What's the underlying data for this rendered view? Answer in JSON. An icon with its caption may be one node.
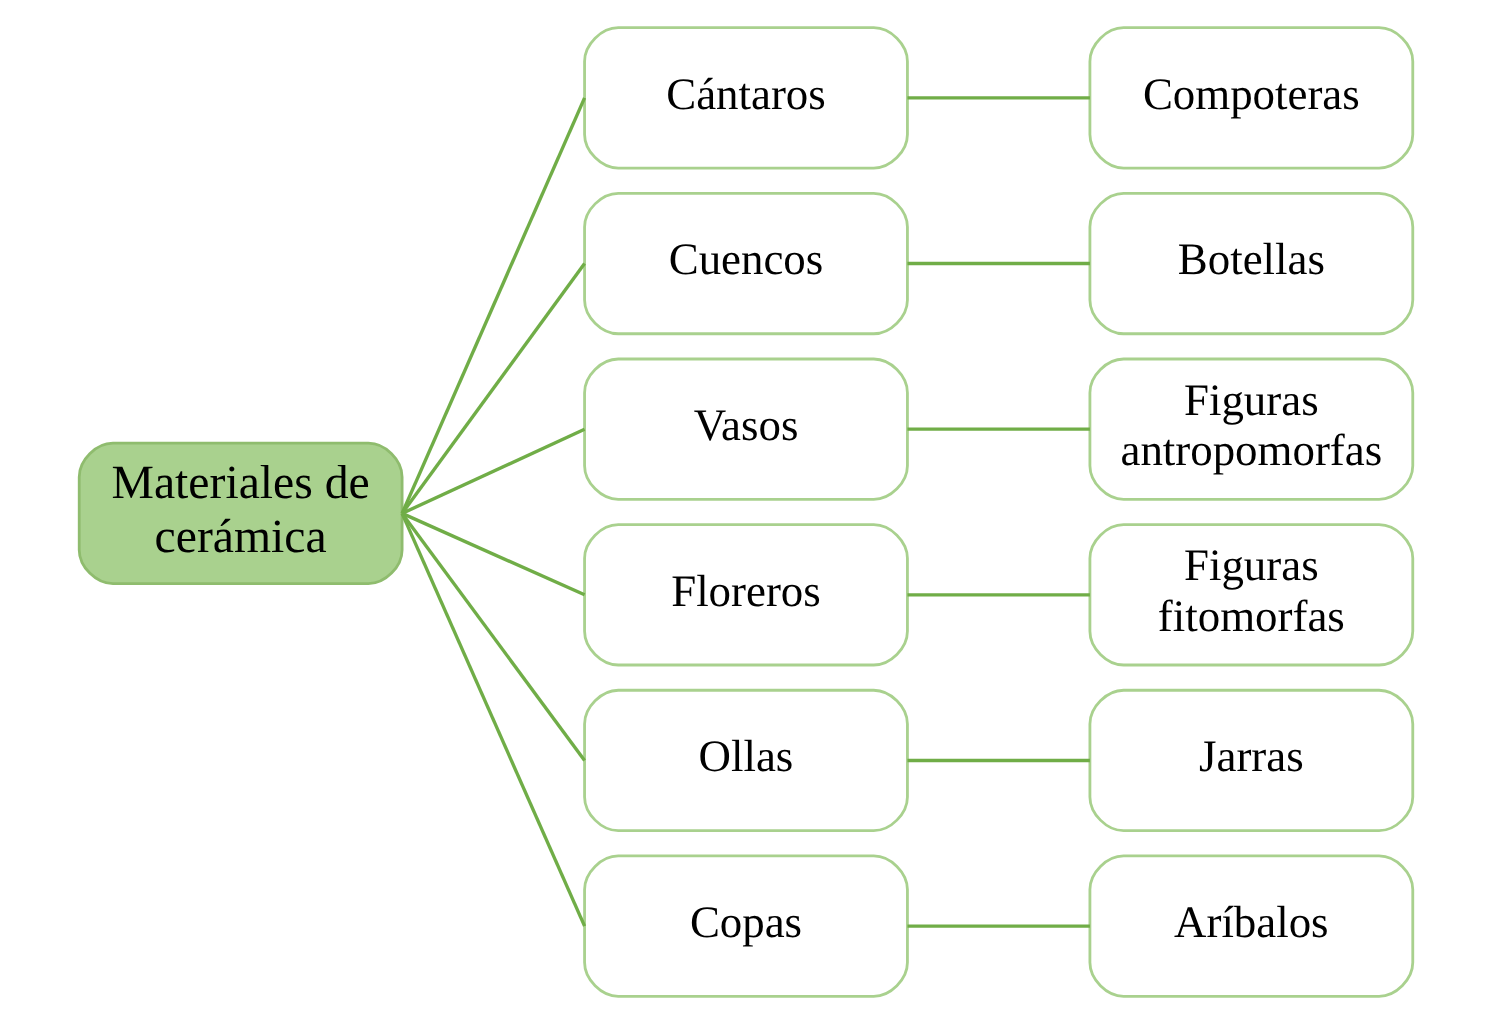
{
  "diagram": {
    "nodes": [
      {
        "text": [
          "Materiales de cerámica"
        ]
      },
      {
        "text": [
          "Cántaros"
        ]
      },
      {
        "text": [
          "Cuencos"
        ]
      },
      {
        "text": [
          "Vasos"
        ]
      },
      {
        "text": [
          "Floreros"
        ]
      },
      {
        "text": [
          "Ollas"
        ]
      },
      {
        "text": [
          "Copas"
        ]
      },
      {
        "text": [
          "Compoteras"
        ]
      },
      {
        "text": [
          "Botellas"
        ]
      },
      {
        "text": [
          "Figuras antropomorfas"
        ]
      },
      {
        "text": [
          "Figuras fitomorfas"
        ]
      },
      {
        "text": [
          "Jarras"
        ]
      },
      {
        "text": [
          "Aríbalos"
        ]
      }
    ],
    "edges": [
      {
        "from": 0,
        "to": 1,
        "arrow": "none"
      },
      {
        "from": 0,
        "to": 2,
        "arrow": "none"
      },
      {
        "from": 0,
        "to": 3,
        "arrow": "none"
      },
      {
        "from": 0,
        "to": 4,
        "arrow": "none"
      },
      {
        "from": 0,
        "to": 5,
        "arrow": "none"
      },
      {
        "from": 0,
        "to": 6,
        "arrow": "none"
      },
      {
        "from": 1,
        "to": 7,
        "arrow": "none"
      },
      {
        "from": 2,
        "to": 8,
        "arrow": "none"
      },
      {
        "from": 3,
        "to": 9,
        "arrow": "none"
      },
      {
        "from": 4,
        "to": 10,
        "arrow": "none"
      },
      {
        "from": 5,
        "to": 11,
        "arrow": "none"
      },
      {
        "from": 6,
        "to": 12,
        "arrow": "none"
      }
    ]
  }
}
